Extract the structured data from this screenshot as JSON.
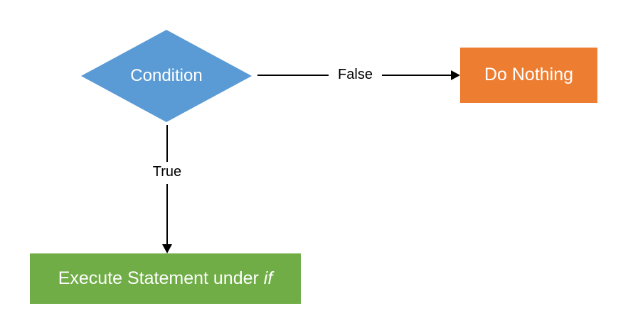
{
  "diagram": {
    "type": "flowchart",
    "background_color": "#FFFFFF",
    "arrow_color": "#000000",
    "nodes": {
      "condition": {
        "label": "Condition",
        "shape": "diamond",
        "fill": "#5B9BD5",
        "text_color": "#FFFFFF"
      },
      "do_nothing": {
        "label": "Do Nothing",
        "shape": "rectangle",
        "fill": "#ED7D31",
        "text_color": "#FFFFFF"
      },
      "execute": {
        "label_prefix": "Execute Statement under ",
        "label_italic": "if",
        "shape": "rectangle",
        "fill": "#70AD47",
        "text_color": "#FFFFFF"
      }
    },
    "edges": {
      "false_edge": {
        "label": "False",
        "from": "condition",
        "to": "do_nothing",
        "direction": "right"
      },
      "true_edge": {
        "label": "True",
        "from": "condition",
        "to": "execute",
        "direction": "down"
      }
    }
  }
}
